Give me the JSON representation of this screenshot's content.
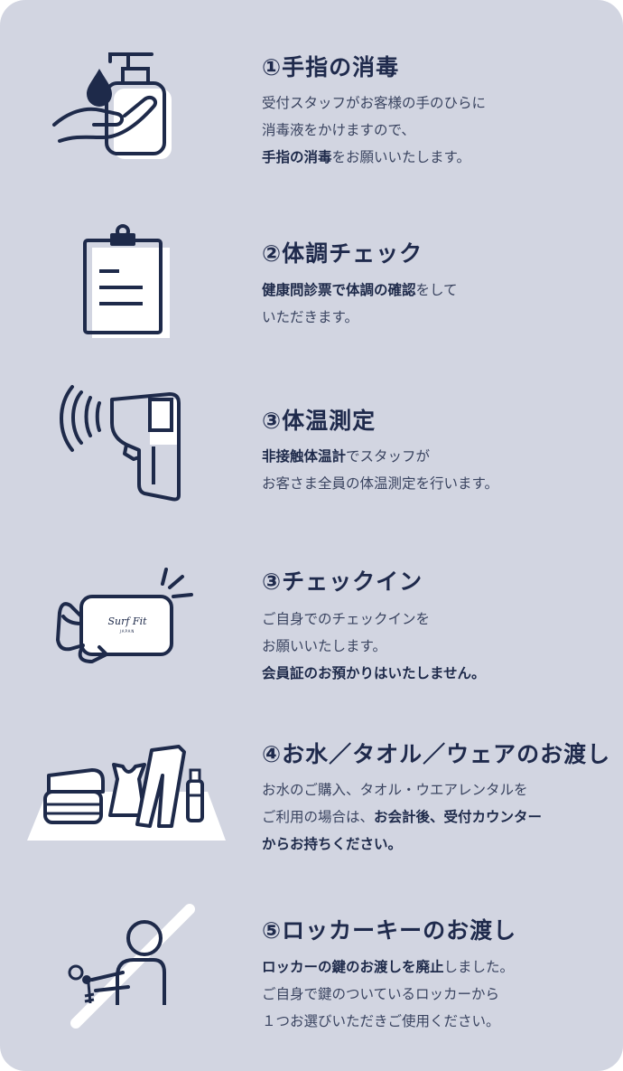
{
  "colors": {
    "background": "#d2d5e1",
    "navy": "#1e2a4a",
    "white": "#ffffff"
  },
  "steps": [
    {
      "icon": "hand-sanitizer-icon",
      "title": "①手指の消毒",
      "lines": [
        [
          {
            "t": "受付スタッフがお客様の手のひらに",
            "b": false
          }
        ],
        [
          {
            "t": "消毒液をかけますので、",
            "b": false
          }
        ],
        [
          {
            "t": "手指の消毒",
            "b": true
          },
          {
            "t": "をお願いいたします。",
            "b": false
          }
        ]
      ]
    },
    {
      "icon": "clipboard-icon",
      "title": "②体調チェック",
      "lines": [
        [
          {
            "t": "健康問診票で体調の確認",
            "b": true
          },
          {
            "t": "をして",
            "b": false
          }
        ],
        [
          {
            "t": "いただきます。",
            "b": false
          }
        ]
      ]
    },
    {
      "icon": "thermometer-gun-icon",
      "title": "③体温測定",
      "lines": [
        [
          {
            "t": "非接触体温計",
            "b": true
          },
          {
            "t": "でスタッフが",
            "b": false
          }
        ],
        [
          {
            "t": "お客さま全員の体温測定を行います。",
            "b": false
          }
        ]
      ]
    },
    {
      "icon": "member-card-icon",
      "title": "③チェックイン",
      "card_logo": "Surf Fit",
      "card_sub": "JAPAN",
      "lines": [
        [
          {
            "t": "ご自身でのチェックインを",
            "b": false
          }
        ],
        [
          {
            "t": "お願いいたします。",
            "b": false
          }
        ],
        [
          {
            "t": "会員証のお預かりはいたしません。",
            "b": true
          }
        ]
      ]
    },
    {
      "icon": "towel-wear-water-icon",
      "title": "④お水／タオル／ウェアのお渡し",
      "lines": [
        [
          {
            "t": "お水のご購入、タオル・ウエアレンタルを",
            "b": false
          }
        ],
        [
          {
            "t": "ご利用の場合は、",
            "b": false
          },
          {
            "t": "お会計後、受付カウンター",
            "b": true
          }
        ],
        [
          {
            "t": "からお持ちください。",
            "b": true
          }
        ]
      ]
    },
    {
      "icon": "no-locker-key-icon",
      "title": "⑤ロッカーキーのお渡し",
      "lines": [
        [
          {
            "t": "ロッカーの鍵のお渡しを廃止",
            "b": true
          },
          {
            "t": "しました。",
            "b": false
          }
        ],
        [
          {
            "t": "ご自身で鍵のついているロッカーから",
            "b": false
          }
        ],
        [
          {
            "t": "１つお選びいただきご使用ください。",
            "b": false
          }
        ]
      ]
    }
  ]
}
